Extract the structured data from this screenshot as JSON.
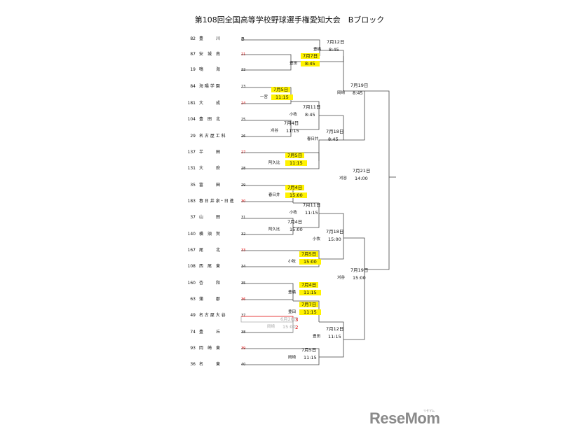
{
  "title": "第108回全国高等学校野球選手権愛知大会　Bブロック",
  "teams": [
    {
      "no": "82",
      "name": "豊　　　川",
      "slot": "B",
      "red": false
    },
    {
      "no": "87",
      "name": "安　城　南",
      "slot": "21",
      "red": true
    },
    {
      "no": "19",
      "name": "鳴　　　海",
      "slot": "22",
      "red": false
    },
    {
      "no": "84",
      "name": "海 陽 学 園",
      "slot": "23",
      "red": false
    },
    {
      "no": "181",
      "name": "大　　　成",
      "slot": "24",
      "red": true
    },
    {
      "no": "104",
      "name": "豊　田　北",
      "slot": "25",
      "red": false
    },
    {
      "no": "29",
      "name": "名 古 屋 工 科",
      "slot": "26",
      "red": false
    },
    {
      "no": "137",
      "name": "半　　　田",
      "slot": "27",
      "red": true
    },
    {
      "no": "131",
      "name": "大　　　府",
      "slot": "28",
      "red": false
    },
    {
      "no": "35",
      "name": "富　　　田",
      "slot": "29",
      "red": false
    },
    {
      "no": "183",
      "name": "春 日 井 泉・日 進",
      "slot": "30",
      "red": true
    },
    {
      "no": "37",
      "name": "山　　　田",
      "slot": "31",
      "red": false
    },
    {
      "no": "140",
      "name": "横　須　賀",
      "slot": "32",
      "red": false
    },
    {
      "no": "167",
      "name": "尾　　　北",
      "slot": "33",
      "red": true
    },
    {
      "no": "108",
      "name": "西　尾　東",
      "slot": "34",
      "red": false
    },
    {
      "no": "160",
      "name": "杏　　　和",
      "slot": "35",
      "red": false
    },
    {
      "no": "63",
      "name": "蒲　　　郡",
      "slot": "36",
      "red": true
    },
    {
      "no": "49",
      "name": "名 古 屋 大 谷",
      "slot": "37",
      "red": false
    },
    {
      "no": "74",
      "name": "豊　　　丘",
      "slot": "38",
      "red": false
    },
    {
      "no": "93",
      "name": "岡　崎　東",
      "slot": "39",
      "red": true
    },
    {
      "no": "36",
      "name": "名　　　東",
      "slot": "40",
      "red": false
    }
  ],
  "games": [
    {
      "date": "7月7日",
      "venue": "豊田",
      "time": "8:45",
      "hl": true
    },
    {
      "date": "7月12日",
      "venue": "豊橋",
      "time": "8:45",
      "hl": false
    },
    {
      "date": "7月5日",
      "venue": "一宮",
      "time": "11:15",
      "hl": true
    },
    {
      "date": "7月4日",
      "venue": "刈谷",
      "time": "11:15",
      "hl": false
    },
    {
      "date": "7月11日",
      "venue": "小牧",
      "time": "8:45",
      "hl": false
    },
    {
      "date": "7月18日",
      "venue": "春日井",
      "time": "8:45",
      "hl": false
    },
    {
      "date": "7月5日",
      "venue": "阿久比",
      "time": "11:15",
      "hl": true
    },
    {
      "date": "7月19日",
      "venue": "岡崎",
      "time": "8:45",
      "hl": false
    },
    {
      "date": "7月4日",
      "venue": "春日井",
      "time": "15:00",
      "hl": true
    },
    {
      "date": "7月4日",
      "venue": "阿久比",
      "time": "15:00",
      "hl": false
    },
    {
      "date": "7月11日",
      "venue": "小牧",
      "time": "11:15",
      "hl": false
    },
    {
      "date": "7月18日",
      "venue": "小牧",
      "time": "15:00",
      "hl": false
    },
    {
      "date": "7月5日",
      "venue": "小牧",
      "time": "15:00",
      "hl": true
    },
    {
      "date": "7月19日",
      "venue": "刈谷",
      "time": "15:00",
      "hl": false
    },
    {
      "date": "7月4日",
      "venue": "豊橋",
      "time": "11:15",
      "hl": true
    },
    {
      "date": "7月7日",
      "venue": "豊田",
      "time": "11:15",
      "hl": true
    },
    {
      "date": "6月28日",
      "venue": "岡崎",
      "time": "15:00",
      "hl": false
    },
    {
      "date": "7月12日",
      "venue": "豊田",
      "time": "11:15",
      "hl": false
    },
    {
      "date": "7月5日",
      "venue": "岡崎",
      "time": "11:15",
      "hl": false
    },
    {
      "date": "7月21日",
      "venue": "刈谷",
      "time": "14:00",
      "hl": false
    }
  ],
  "scores": {
    "a": "3",
    "b": "2"
  },
  "logo": {
    "text": "ReseMom",
    "kana": "リセマム"
  }
}
